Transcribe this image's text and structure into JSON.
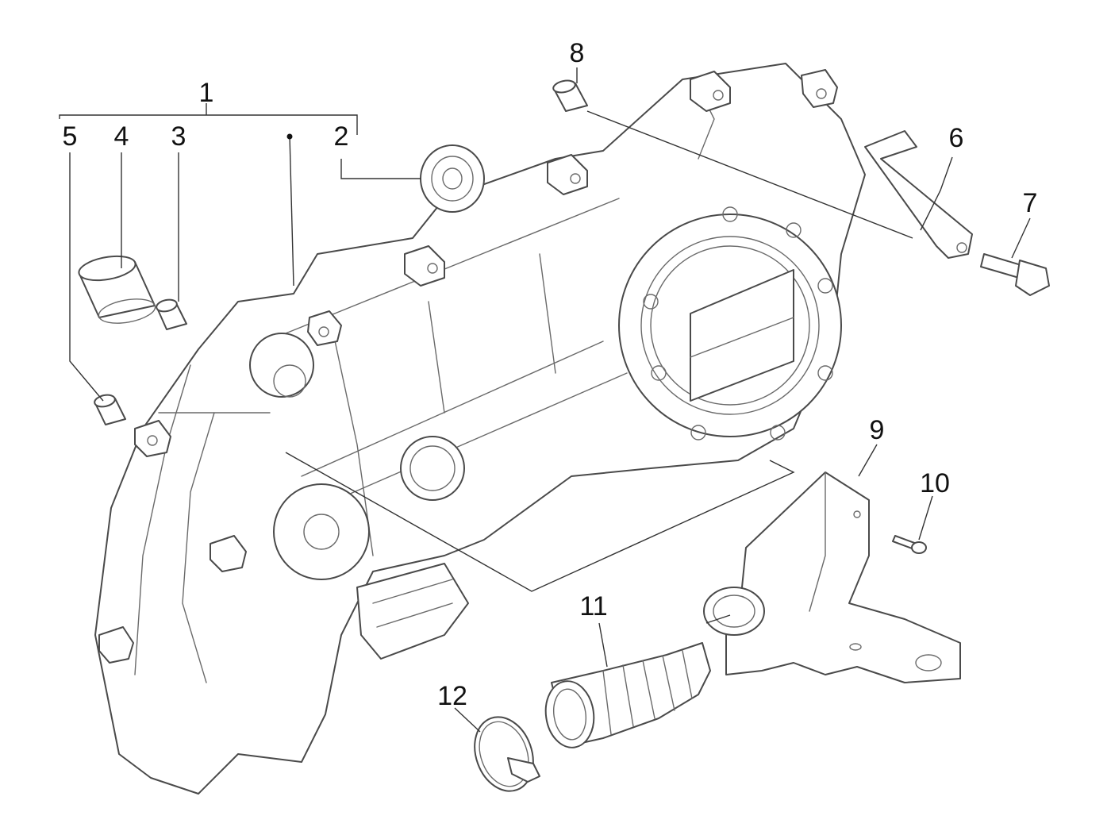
{
  "diagram": {
    "type": "exploded-parts-diagram",
    "callouts": [
      {
        "id": "callout-1",
        "label": "1"
      },
      {
        "id": "callout-2",
        "label": "2"
      },
      {
        "id": "callout-3",
        "label": "3"
      },
      {
        "id": "callout-4",
        "label": "4"
      },
      {
        "id": "callout-5",
        "label": "5"
      },
      {
        "id": "callout-6",
        "label": "6"
      },
      {
        "id": "callout-7",
        "label": "7"
      },
      {
        "id": "callout-8",
        "label": "8"
      },
      {
        "id": "callout-9",
        "label": "9"
      },
      {
        "id": "callout-10",
        "label": "10"
      },
      {
        "id": "callout-11",
        "label": "11"
      },
      {
        "id": "callout-12",
        "label": "12"
      }
    ],
    "colors": {
      "line": "#4a4a4a",
      "text": "#111111",
      "background": "#ffffff"
    }
  }
}
